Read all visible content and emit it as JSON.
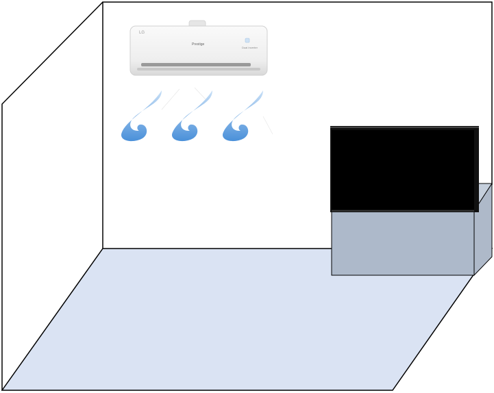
{
  "diagram": {
    "colors": {
      "floor": "#dae3f3",
      "outline": "#000000",
      "wall": "#ffffff",
      "cabinet": "#adb9ca",
      "tv_screen": "#000000",
      "ac_body": "#f2f2f2",
      "airflow": "#5b9bd5"
    },
    "ac_unit": {
      "brand_text": "LG",
      "model_text": "Prestige",
      "panel_text": "Dual Inverter"
    },
    "icons": [
      "air-conditioner-icon",
      "airflow-wave-icon",
      "television-icon",
      "cabinet-icon"
    ]
  }
}
